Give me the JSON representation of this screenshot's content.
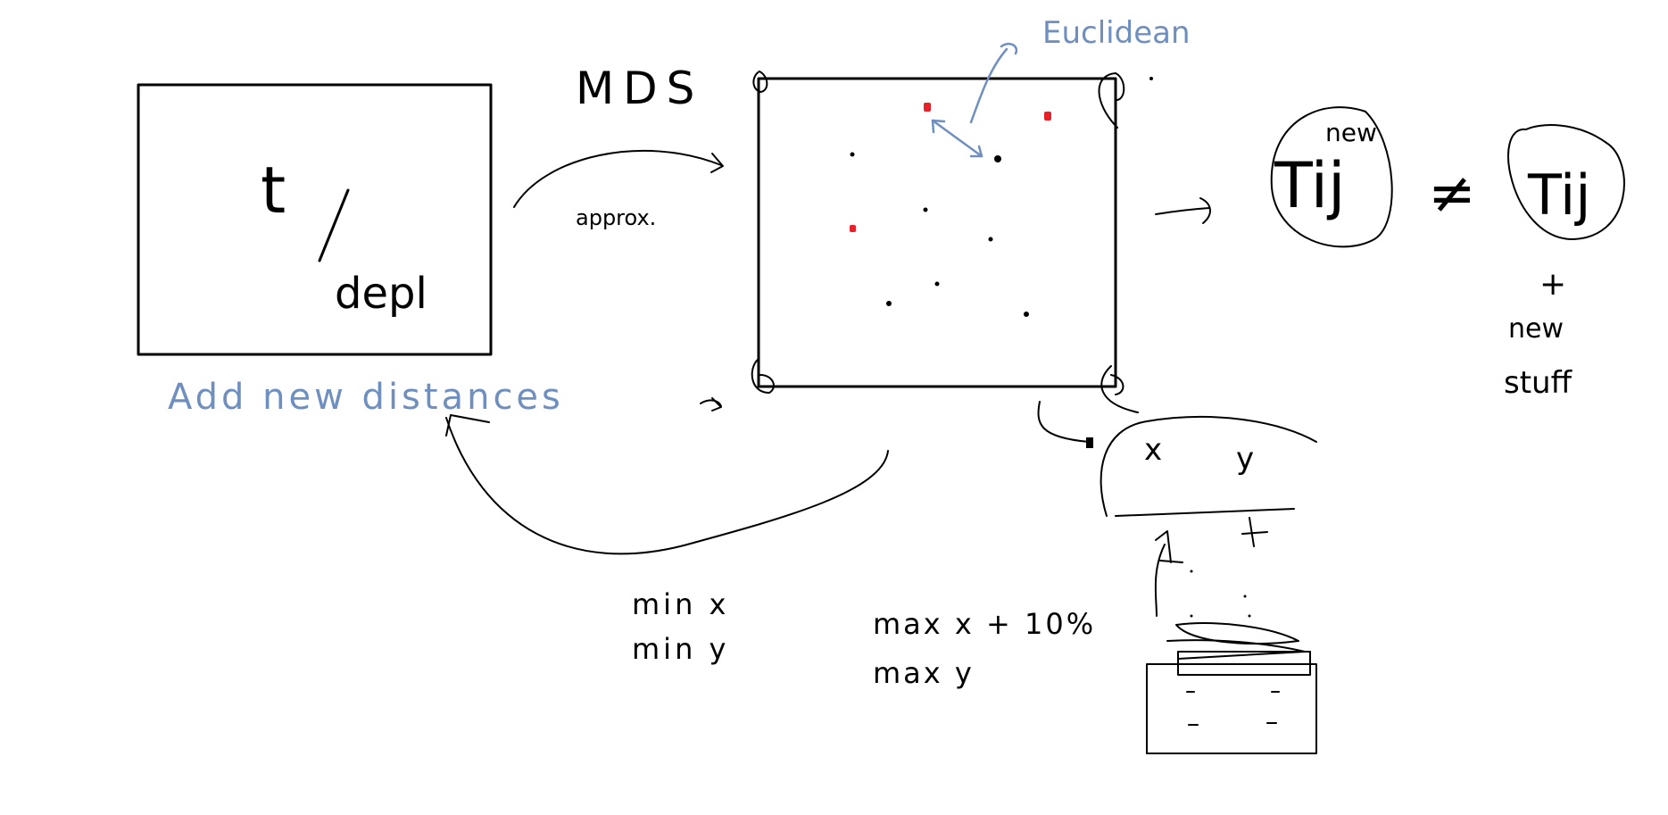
{
  "colors": {
    "ink": "#000000",
    "blue_ink": "#6f8fbf",
    "red_point": "#e8202a"
  },
  "labels": {
    "t_depl_t": "t",
    "t_depl_depl": "depl",
    "add_new_distances": "Add new distances",
    "mds": "MDS",
    "approx": "approx.",
    "euclidean": "Euclidean",
    "tij_new_t": "Tij",
    "tij_new_new": "new",
    "not_equal": "≠",
    "tij": "Tij",
    "plus": "+",
    "new_stuff_new": "new",
    "new_stuff_stuff": "stuff",
    "min_x": "min x",
    "min_y": "min y",
    "max_x": "max x + 10%",
    "max_y": "max y",
    "xy_x": "x",
    "xy_y": "y"
  }
}
